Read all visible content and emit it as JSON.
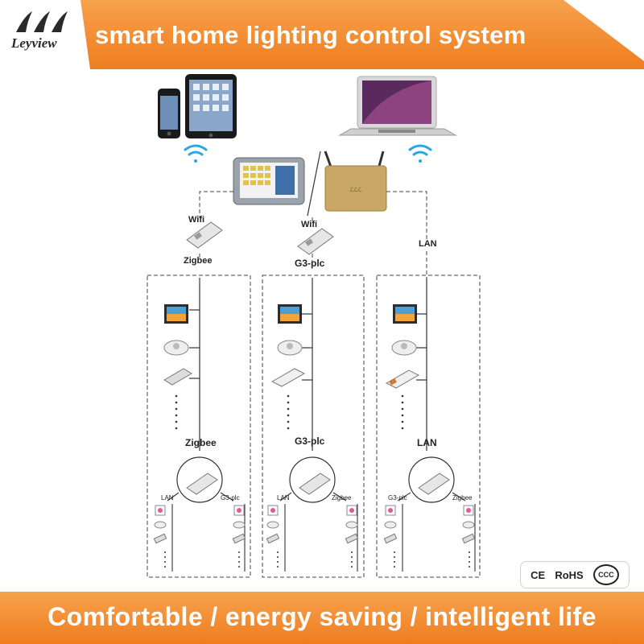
{
  "header": {
    "logo": "Leyview",
    "title": "smart home lighting control system"
  },
  "footer": {
    "tagline": "Comfortable / energy saving / intelligent life"
  },
  "certifications": {
    "ce": "CE",
    "rohs": "RoHS",
    "ccc": "CCC"
  },
  "gateways": {
    "left_top": "Wifi",
    "left_bottom": "Zigbee",
    "middle_top": "Wifi",
    "middle_bottom": "G3-plc",
    "right": "LAN"
  },
  "zones": [
    {
      "protocol": "Zigbee",
      "left_branch": "LAN",
      "right_branch": "G3-plc"
    },
    {
      "protocol": "G3-plc",
      "left_branch": "LAN",
      "right_branch": "Zigbee"
    },
    {
      "protocol": "LAN",
      "left_branch": "G3-plc",
      "right_branch": "Zigbee"
    }
  ],
  "colors": {
    "brand_orange": "#ef7d1f",
    "orange_light": "#f7a24d",
    "wifi_blue": "#2aa7e0",
    "line_gray": "#444444"
  }
}
